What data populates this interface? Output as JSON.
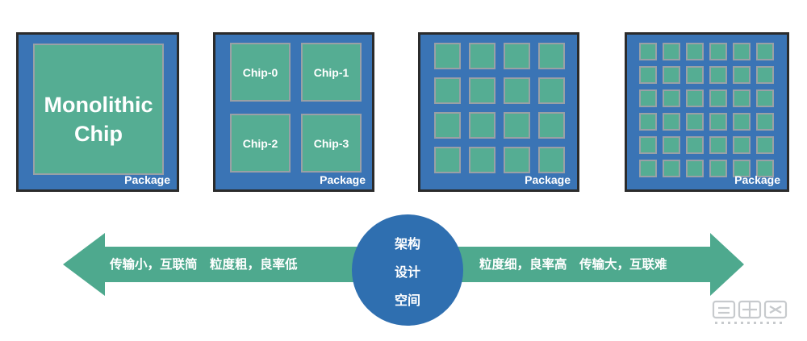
{
  "packages": [
    {
      "label": "Package",
      "layout": "monolithic",
      "chip_label": "Monolithic Chip"
    },
    {
      "label": "Package",
      "layout": "grid",
      "rows": 2,
      "cols": 2,
      "chip_labels": [
        "Chip-0",
        "Chip-1",
        "Chip-2",
        "Chip-3"
      ]
    },
    {
      "label": "Package",
      "layout": "grid",
      "rows": 4,
      "cols": 4
    },
    {
      "label": "Package",
      "layout": "grid",
      "rows": 6,
      "cols": 6
    }
  ],
  "arrow": {
    "left_text": "传输小，互联简　粒度粗，良率低",
    "right_text": "粒度细，良率高　传输大，互联难",
    "color": "#4ea98e"
  },
  "center_circle": {
    "lines": [
      "架构",
      "设计",
      "空间"
    ],
    "color": "#2f6fb0"
  },
  "colors": {
    "package": "#3a74b5",
    "chip": "#55ad93",
    "border": "#2b2b2b"
  },
  "watermark": {
    "name": "zhidx-logo"
  }
}
